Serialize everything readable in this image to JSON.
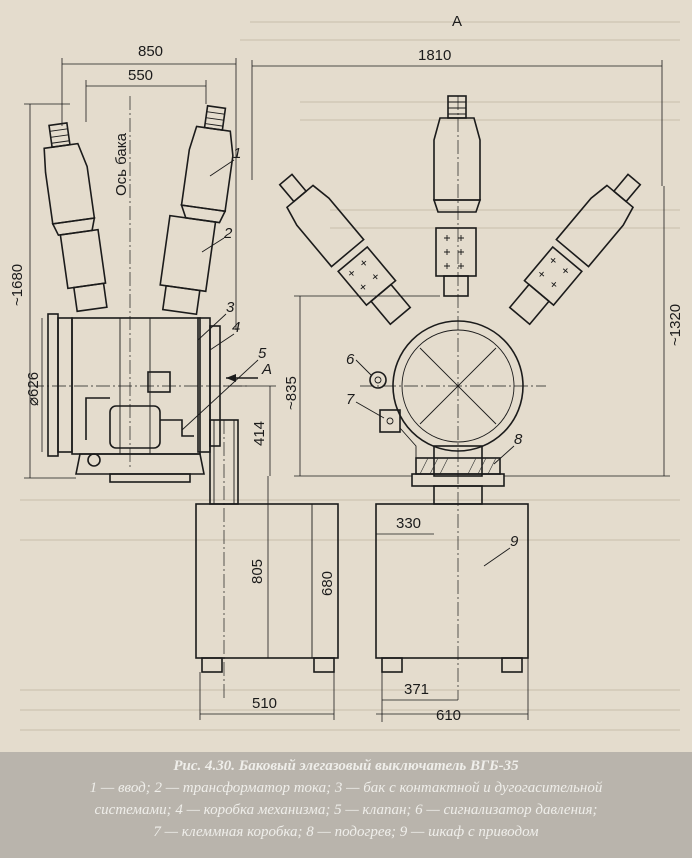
{
  "view_label": "A",
  "axis_label": "Ось бака",
  "dimensions": {
    "d850": "850",
    "d550": "550",
    "d1810": "1810",
    "d1680": "~1680",
    "d626": "⌀626",
    "d835": "~835",
    "d414": "414",
    "d805": "805",
    "d680": "680",
    "d510": "510",
    "d330": "330",
    "d371": "371",
    "d610": "610",
    "d1320": "~1320"
  },
  "callouts": [
    "1",
    "2",
    "3",
    "4",
    "5",
    "6",
    "7",
    "8",
    "9"
  ],
  "caption": {
    "title": "Рис. 4.30. Баковый элегазовый выключатель ВГБ-35",
    "line1": "1 — ввод; 2 — трансформатор тока; 3 — бак с контактной и дугогасительной",
    "line2": "системами; 4 — коробка механизма; 5 — клапан; 6 — сигнализатор давления;",
    "line3": "7 — клеммная коробка; 8 — подогрев; 9 — шкаф с приводом"
  }
}
